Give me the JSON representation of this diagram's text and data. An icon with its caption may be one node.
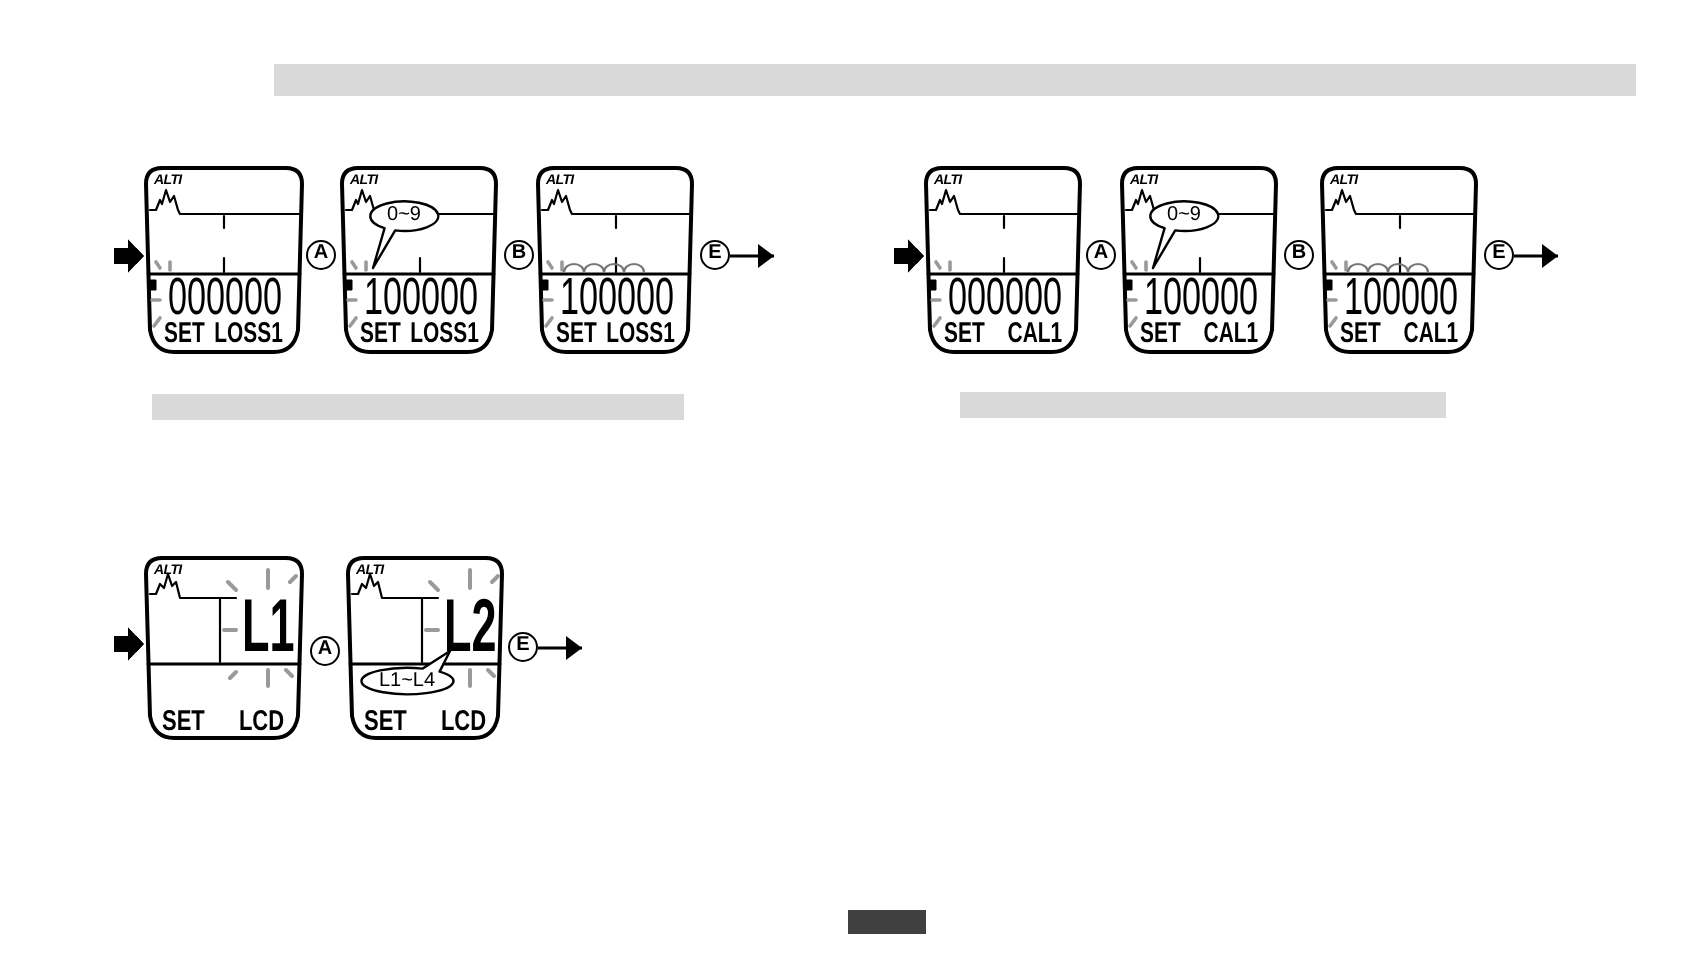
{
  "diagram": {
    "nodes": [
      {
        "text": [
          "ALTI",
          "000000",
          "SET LOSS1"
        ]
      },
      {
        "text": [
          "A"
        ]
      },
      {
        "text": [
          "ALTI",
          "100000",
          "SET LOSS1"
        ]
      },
      {
        "text": [
          "0~9"
        ],
        "in": 2
      },
      {
        "text": [
          "B"
        ]
      },
      {
        "text": [
          "ALTI",
          "100000",
          "SET LOSS1"
        ]
      },
      {
        "text": [
          "E"
        ]
      },
      {
        "text": [
          "ALTI",
          "000000",
          "SET CAL1"
        ]
      },
      {
        "text": [
          "A"
        ]
      },
      {
        "text": [
          "ALTI",
          "100000",
          "SET CAL1"
        ]
      },
      {
        "text": [
          "0~9"
        ],
        "in": 9
      },
      {
        "text": [
          "B"
        ]
      },
      {
        "text": [
          "ALTI",
          "100000",
          "SET CAL1"
        ]
      },
      {
        "text": [
          "E"
        ]
      },
      {
        "text": [
          "ALTI",
          "L1",
          "SET LCD"
        ]
      },
      {
        "text": [
          "A"
        ]
      },
      {
        "text": [
          "ALTI",
          "L2",
          "SET LCD"
        ]
      },
      {
        "text": [
          "L1~L4"
        ],
        "in": 16
      },
      {
        "text": [
          "E"
        ]
      }
    ],
    "edges": [
      {
        "from": null,
        "to": 0,
        "arrow": "to",
        "style": "thick"
      },
      {
        "from": 6,
        "to": null,
        "arrow": "to"
      },
      {
        "from": null,
        "to": 7,
        "arrow": "to",
        "style": "thick"
      },
      {
        "from": 13,
        "to": null,
        "arrow": "to"
      },
      {
        "from": null,
        "to": 14,
        "arrow": "to",
        "style": "thick"
      },
      {
        "from": 18,
        "to": null,
        "arrow": "to"
      }
    ]
  }
}
